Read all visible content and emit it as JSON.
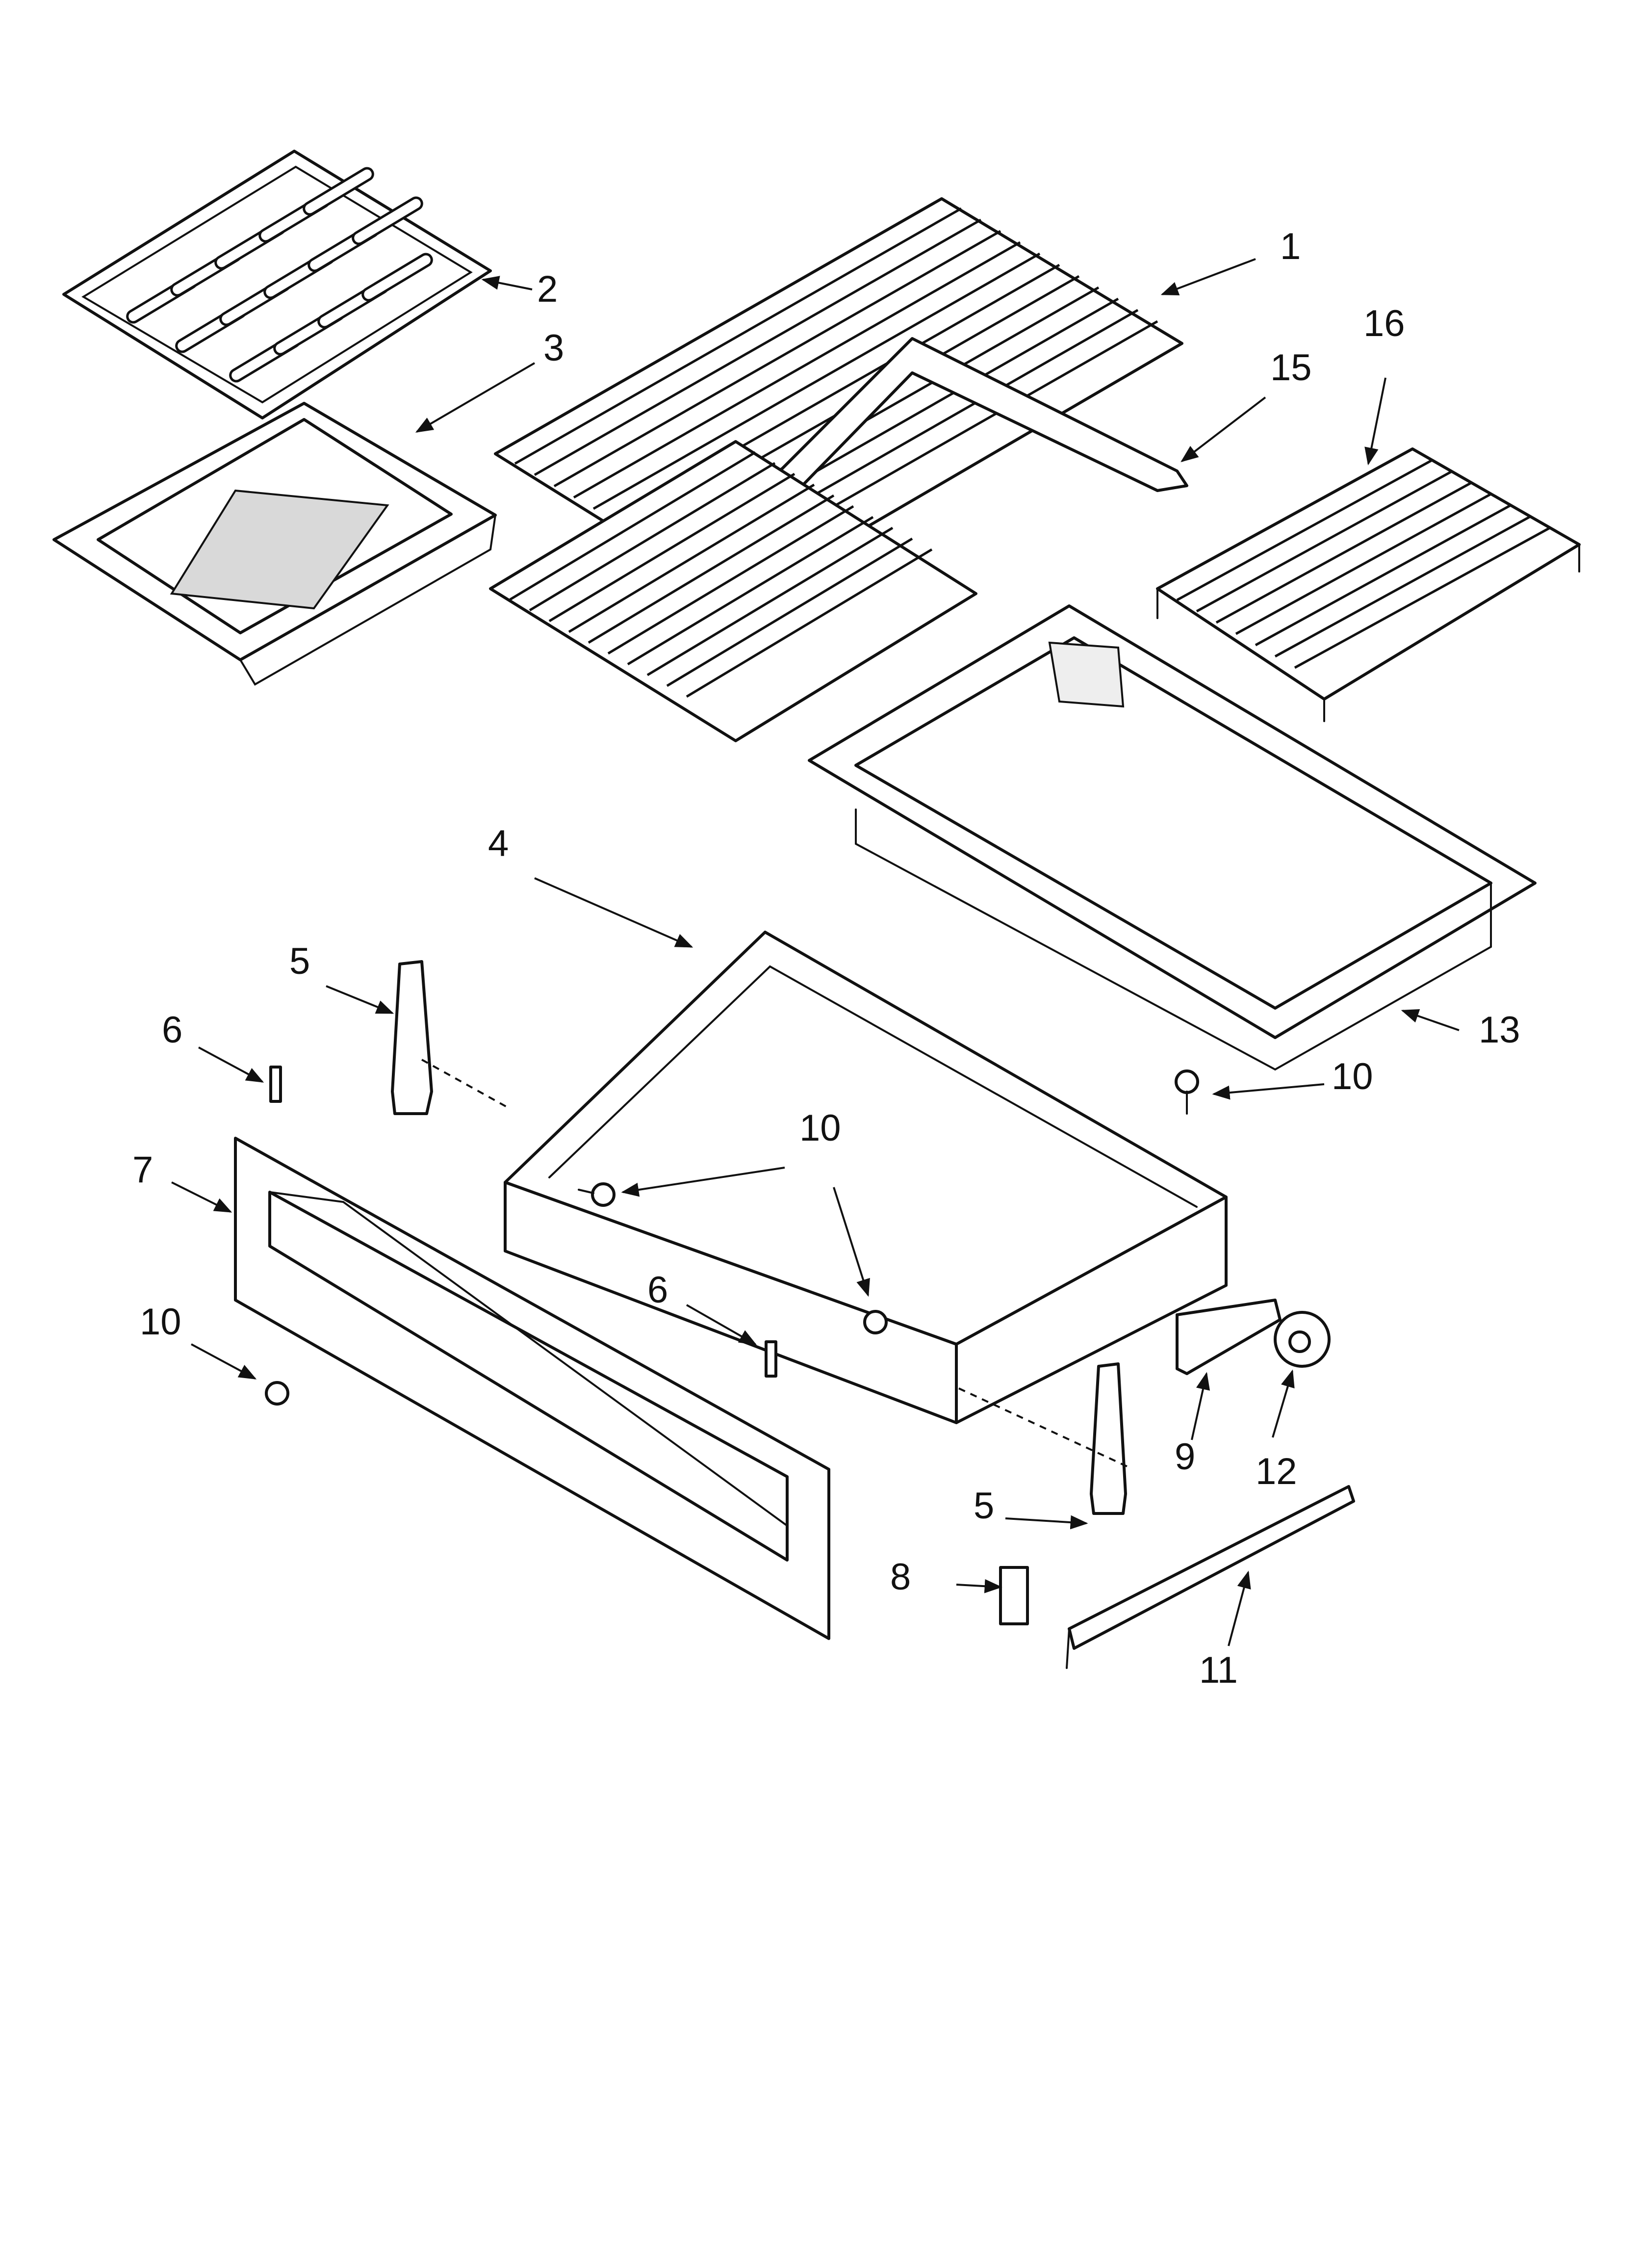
{
  "diagram": {
    "callouts": [
      {
        "id": "c1",
        "label": "1"
      },
      {
        "id": "c2",
        "label": "2"
      },
      {
        "id": "c3",
        "label": "3"
      },
      {
        "id": "c4",
        "label": "4"
      },
      {
        "id": "c5a",
        "label": "5"
      },
      {
        "id": "c5b",
        "label": "5"
      },
      {
        "id": "c6a",
        "label": "6"
      },
      {
        "id": "c6b",
        "label": "6"
      },
      {
        "id": "c7",
        "label": "7"
      },
      {
        "id": "c8",
        "label": "8"
      },
      {
        "id": "c9",
        "label": "9"
      },
      {
        "id": "c10a",
        "label": "10"
      },
      {
        "id": "c10b",
        "label": "10"
      },
      {
        "id": "c10c",
        "label": "10"
      },
      {
        "id": "c11",
        "label": "11"
      },
      {
        "id": "c12",
        "label": "12"
      },
      {
        "id": "c13",
        "label": "13"
      },
      {
        "id": "c15",
        "label": "15"
      },
      {
        "id": "c16",
        "label": "16"
      }
    ]
  }
}
